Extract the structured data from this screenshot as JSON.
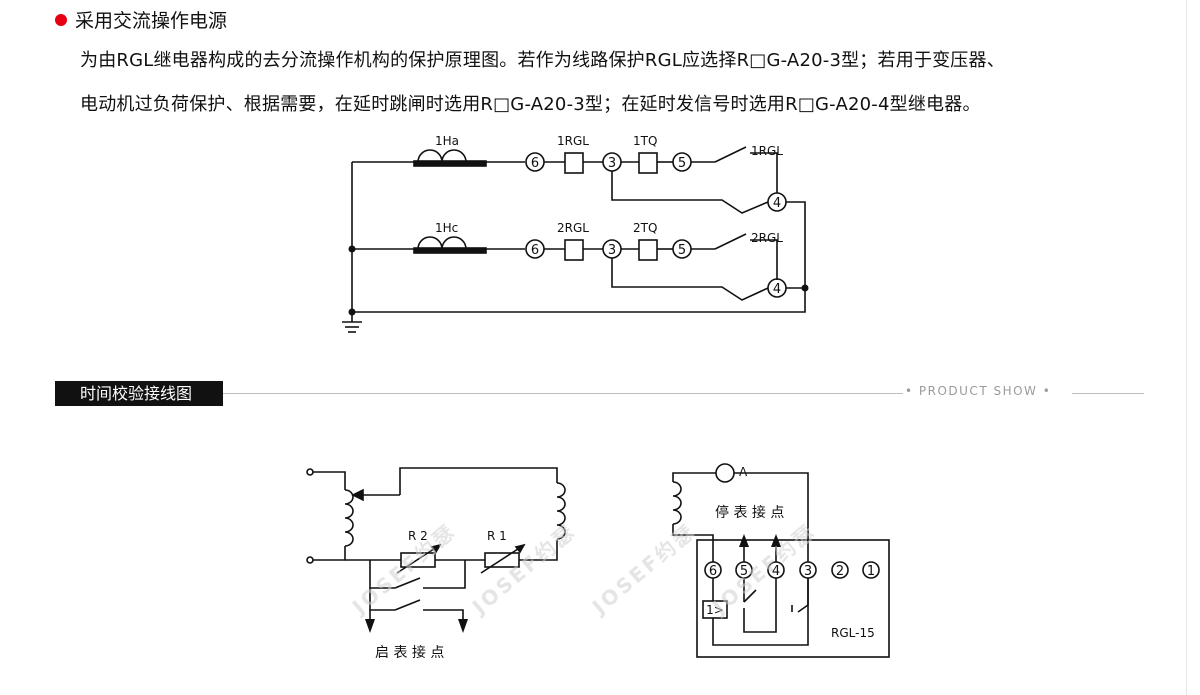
{
  "section": {
    "title": "采用交流操作电源"
  },
  "description": {
    "line1": "为由RGL继电器构成的去分流操作机构的保护原理图。若作为线路保护RGL应选择R□G-A20-3型；若用于变压器、",
    "line2": "电动机过负荷保护、根据需要，在延时跳闸时选用R□G-A20-3型；在延时发信号时选用R□G-A20-4型继电器。"
  },
  "subsection": {
    "title": "时间校验接线图",
    "tagline": "• PRODUCT SHOW •"
  },
  "diagram1": {
    "coil_top": "1Ha",
    "relay_top": "1RGL",
    "trip_top": "1TQ",
    "contact_top": "1RGL",
    "coil_bottom": "1Hc",
    "relay_bottom": "2RGL",
    "trip_bottom": "2TQ",
    "contact_bottom": "2RGL",
    "terminals": [
      "6",
      "3",
      "5",
      "4"
    ]
  },
  "diagram2": {
    "r2": "R 2",
    "r1": "R 1",
    "start_label": "启 表 接 点",
    "ammeter": "A",
    "stop_label": "停 表 接 点",
    "terminals": [
      "6",
      "5",
      "4",
      "3",
      "2",
      "1"
    ],
    "relay_box": "1>",
    "model": "RGL-15"
  },
  "watermark": "JOSEF约瑟",
  "colors": {
    "accent": "#e60012",
    "bar": "#111111",
    "line": "#bdbdbd"
  }
}
